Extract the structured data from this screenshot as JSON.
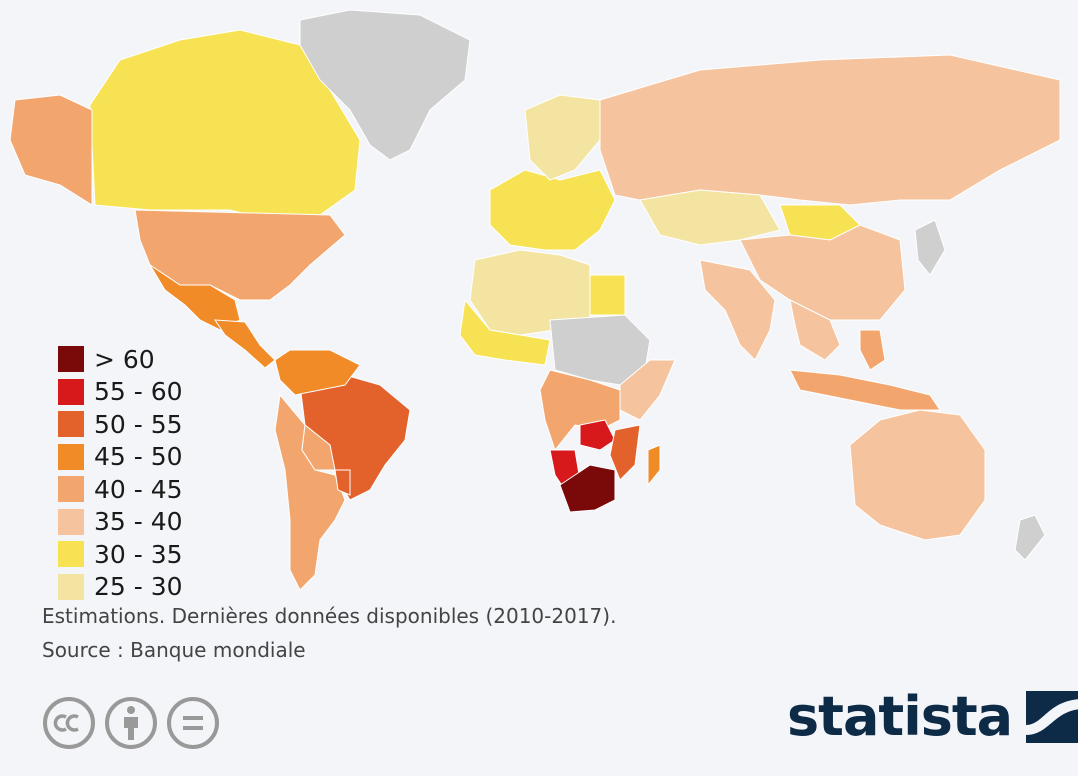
{
  "legend": {
    "items": [
      {
        "label": "> 60",
        "color": "#7a0a0a"
      },
      {
        "label": "55 - 60",
        "color": "#d7191c"
      },
      {
        "label": "50 - 55",
        "color": "#e3622b"
      },
      {
        "label": "45 - 50",
        "color": "#f08b28"
      },
      {
        "label": "40 - 45",
        "color": "#f2a66e"
      },
      {
        "label": "35 - 40",
        "color": "#f5c39d"
      },
      {
        "label": "30 - 35",
        "color": "#f6e252"
      },
      {
        "label": "25 - 30",
        "color": "#f4e4a1"
      }
    ],
    "no_data_color": "#cfcfcf"
  },
  "notes": {
    "line1": "Estimations. Dernières données disponibles (2010-2017).",
    "line2": "Source : Banque mondiale"
  },
  "license_icons": [
    "creative-commons-icon",
    "attribution-icon",
    "no-derivatives-icon"
  ],
  "brand": {
    "name": "statista",
    "color": "#0d2a47"
  },
  "map_regions": [
    {
      "region": "Canada",
      "class": "30 - 35"
    },
    {
      "region": "Alaska",
      "class": "40 - 45"
    },
    {
      "region": "United States",
      "class": "40 - 45"
    },
    {
      "region": "Mexico",
      "class": "45 - 50"
    },
    {
      "region": "Central America",
      "class": "45 - 50"
    },
    {
      "region": "Greenland",
      "class": "no data"
    },
    {
      "region": "Brazil",
      "class": "50 - 55"
    },
    {
      "region": "Colombia / Venezuela",
      "class": "45 - 50"
    },
    {
      "region": "Peru / Chile / Argentina",
      "class": "40 - 45"
    },
    {
      "region": "Paraguay",
      "class": "50 - 55"
    },
    {
      "region": "Bolivia",
      "class": "40 - 45"
    },
    {
      "region": "Europe",
      "class": "30 - 35"
    },
    {
      "region": "Nordics",
      "class": "25 - 30"
    },
    {
      "region": "Russia",
      "class": "35 - 40"
    },
    {
      "region": "Central Asia",
      "class": "25 - 30"
    },
    {
      "region": "Mongolia",
      "class": "30 - 35"
    },
    {
      "region": "China",
      "class": "35 - 40"
    },
    {
      "region": "India",
      "class": "35 - 40"
    },
    {
      "region": "Southeast Asia",
      "class": "35 - 40"
    },
    {
      "region": "Philippines",
      "class": "40 - 45"
    },
    {
      "region": "Indonesia",
      "class": "40 - 45"
    },
    {
      "region": "Japan",
      "class": "no data"
    },
    {
      "region": "Australia",
      "class": "35 - 40"
    },
    {
      "region": "New Zealand",
      "class": "no data"
    },
    {
      "region": "North Africa",
      "class": "25 - 30"
    },
    {
      "region": "Egypt",
      "class": "30 - 35"
    },
    {
      "region": "Sahel",
      "class": "30 - 35"
    },
    {
      "region": "Central Africa",
      "class": "no data"
    },
    {
      "region": "East Africa",
      "class": "35 - 40"
    },
    {
      "region": "Angola / DRC",
      "class": "40 - 45"
    },
    {
      "region": "Zambia",
      "class": "55 - 60"
    },
    {
      "region": "Namibia",
      "class": "55 - 60"
    },
    {
      "region": "Mozambique",
      "class": "50 - 55"
    },
    {
      "region": "Madagascar",
      "class": "45 - 50"
    },
    {
      "region": "South Africa",
      "class": "> 60"
    }
  ]
}
